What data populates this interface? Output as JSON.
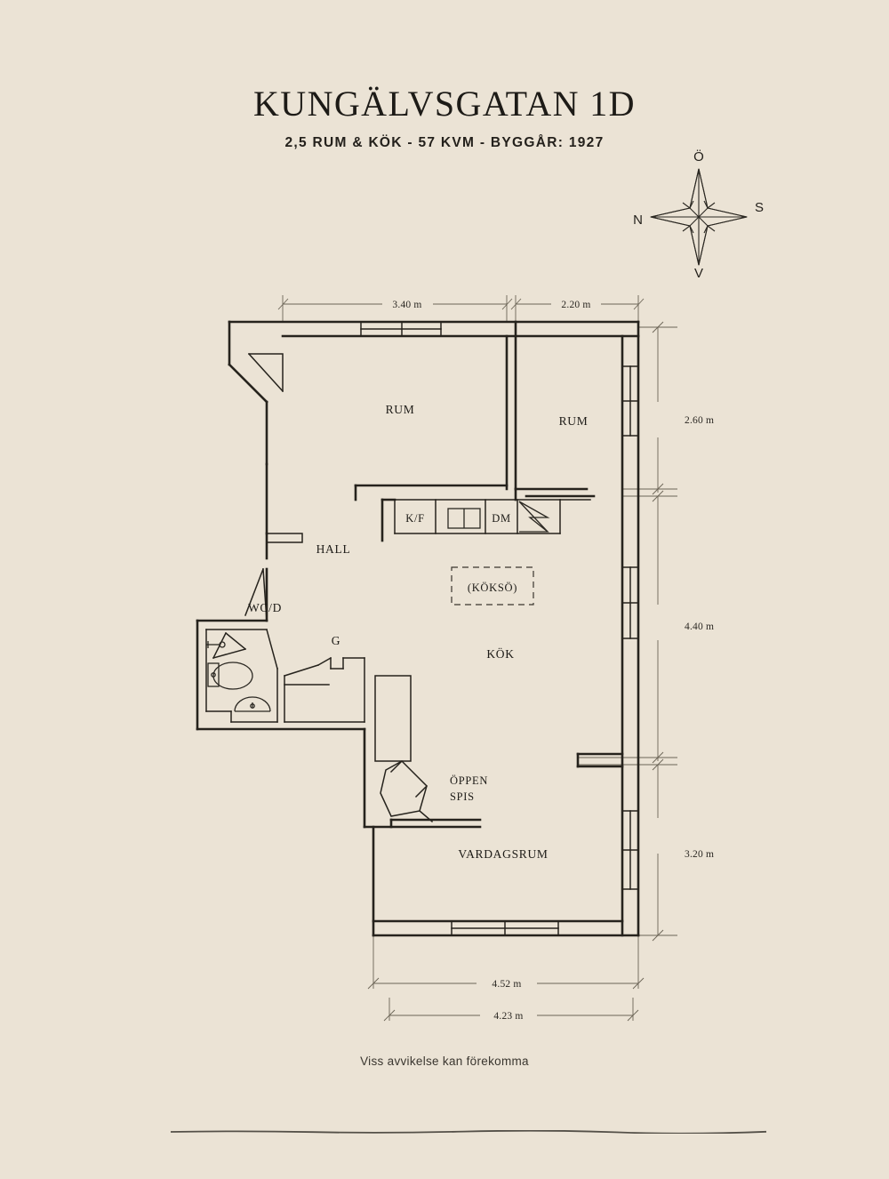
{
  "header": {
    "title": "KUNGÄLVSGATAN 1D",
    "subtitle": "2,5 RUM & KÖK  -  57 KVM  -  BYGGÅR: 1927"
  },
  "compass": {
    "north": "Ö",
    "east": "S",
    "west": "N",
    "south": "V"
  },
  "rooms": [
    {
      "id": "rum-1",
      "label": "RUM"
    },
    {
      "id": "rum-2",
      "label": "RUM"
    },
    {
      "id": "hall",
      "label": "HALL"
    },
    {
      "id": "wc-d",
      "label": "WC/D"
    },
    {
      "id": "garderob",
      "label": "G"
    },
    {
      "id": "kok",
      "label": "KÖK"
    },
    {
      "id": "kokso",
      "label": "(KÖKSÖ)"
    },
    {
      "id": "vardagsrum",
      "label": "VARDAGSRUM"
    }
  ],
  "fixtures": [
    {
      "id": "fridge-freezer",
      "label": "K/F"
    },
    {
      "id": "dishwasher",
      "label": "DM"
    },
    {
      "id": "fireplace",
      "label_line1": "ÖPPEN",
      "label_line2": "SPIS"
    }
  ],
  "dimensions": {
    "top_left": "3.40 m",
    "top_right": "2.20 m",
    "right_upper": "2.60 m",
    "right_middle": "4.40 m",
    "right_lower": "3.20 m",
    "bottom_upper": "4.52 m",
    "bottom_lower": "4.23 m"
  },
  "footer": {
    "note": "Viss avvikelse kan förekomma"
  },
  "colors": {
    "background": "#ebe3d5",
    "ink": "#1d1b17",
    "dimension_line": "#6b6456"
  }
}
